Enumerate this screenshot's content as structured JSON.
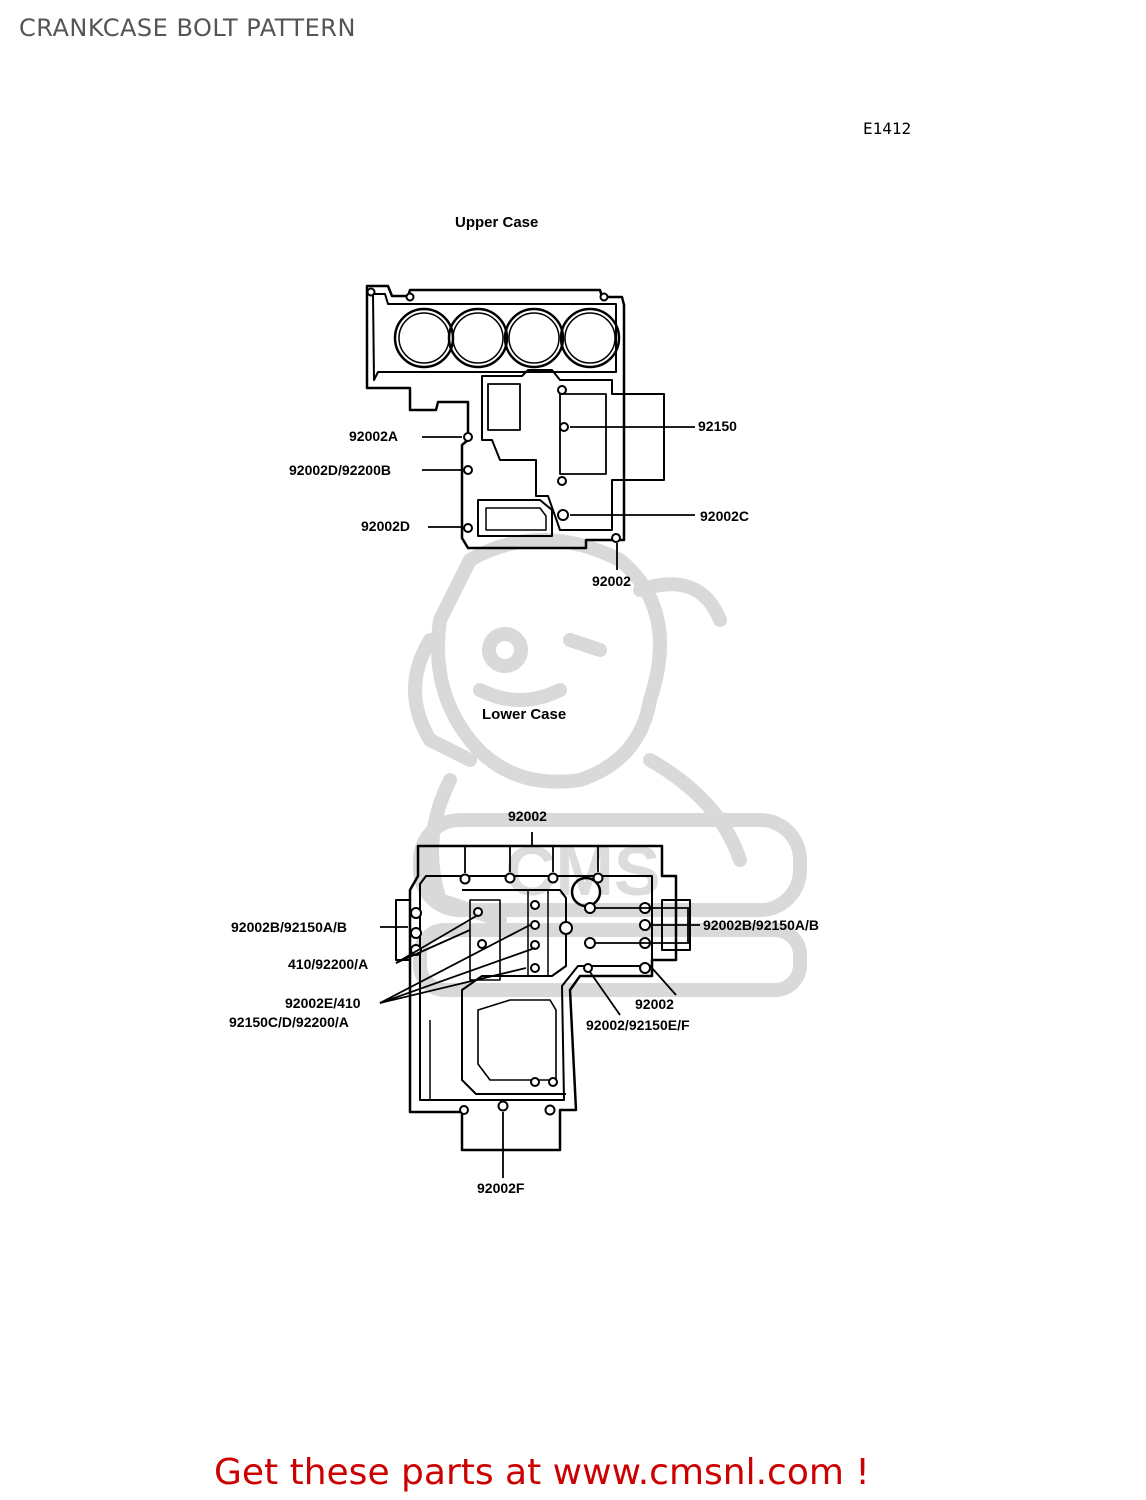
{
  "header": {
    "title": "CRANKCASE BOLT PATTERN",
    "ref_code": "E1412"
  },
  "diagram": {
    "upper_label": "Upper Case",
    "lower_label": "Lower Case",
    "upper_callouts": {
      "a": "92002A",
      "d_b": "92002D/92200B",
      "d": "92002D",
      "p92150": "92150",
      "c": "92002C",
      "base": "92002"
    },
    "lower_callouts": {
      "top": "92002",
      "left_b": "92002B/92150A/B",
      "left_410": "410/92200/A",
      "left_e": "92002E/410",
      "left_c": "92150C/D/92200/A",
      "right_b": "92002B/92150A/B",
      "right_base": "92002",
      "right_e": "92002/92150E/F",
      "bottom": "92002F"
    },
    "watermark_text": "CMS"
  },
  "footer": {
    "link_text": "Get these parts at www.cmsnl.com !"
  }
}
